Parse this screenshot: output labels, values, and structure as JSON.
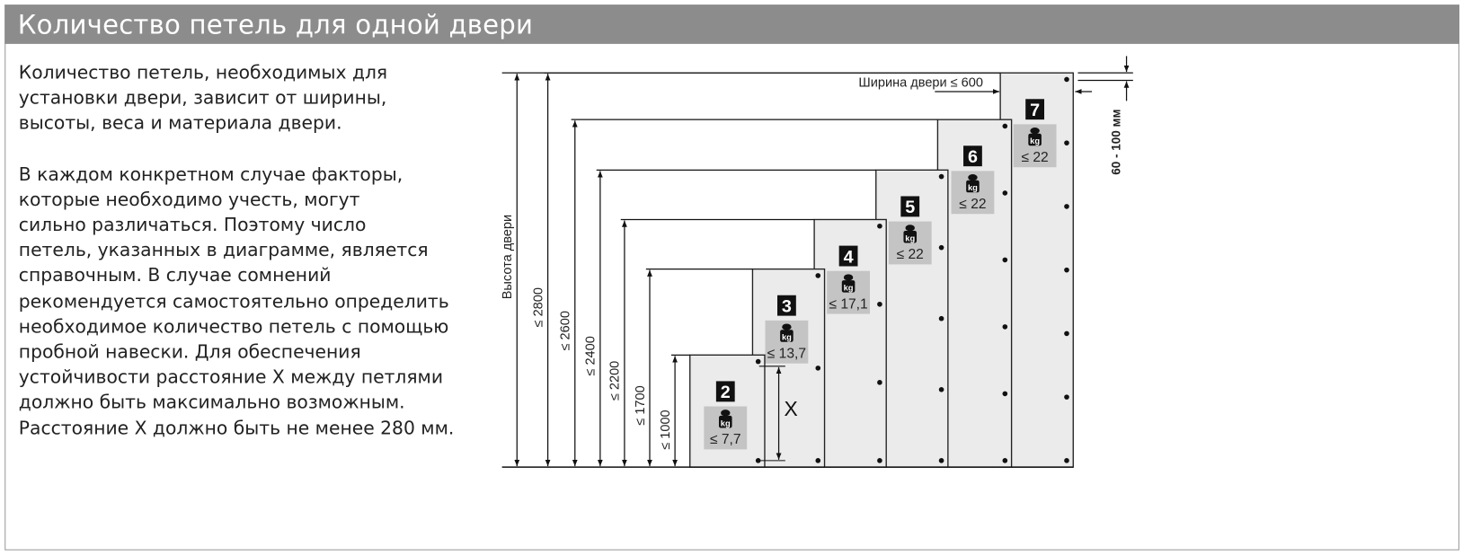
{
  "header": {
    "title": "Количество петель для одной двери"
  },
  "description": {
    "paragraph1": [
      "Количество петель, необходимых для",
      "установки двери, зависит от ширины,",
      "высоты, веса и материала двери."
    ],
    "paragraph2": [
      "В каждом конкретном случае факторы,",
      "которые необходимо учесть, могут",
      "сильно различаться. Поэтому число",
      "петель, указанных в диаграмме, является",
      "справочным. В случае сомнений",
      "рекомендуется самостоятельно определить",
      "необходимое количество петель с помощью",
      "пробной навески. Для обеспечения",
      "устойчивости расстояние X между петлями",
      "должно быть максимально возможным.",
      "Расстояние X должно быть не менее 280 мм."
    ]
  },
  "diagram": {
    "height_axis_label": "Высота двери",
    "width_label": "Ширина двери ≤ 600",
    "offset_label": "60 - 100 мм",
    "x_label": "X",
    "weight_icon_text": "kg",
    "doors": [
      {
        "hinges": "2",
        "weight": "≤ 7,7",
        "height": "≤ 1000"
      },
      {
        "hinges": "3",
        "weight": "≤ 13,7",
        "height": "≤ 1700"
      },
      {
        "hinges": "4",
        "weight": "≤ 17,1",
        "height": "≤ 2200"
      },
      {
        "hinges": "5",
        "weight": "≤ 22",
        "height": "≤ 2400"
      },
      {
        "hinges": "6",
        "weight": "≤ 22",
        "height": "≤ 2600"
      },
      {
        "hinges": "7",
        "weight": "≤ 22",
        "height": "≤ 2800"
      }
    ]
  }
}
